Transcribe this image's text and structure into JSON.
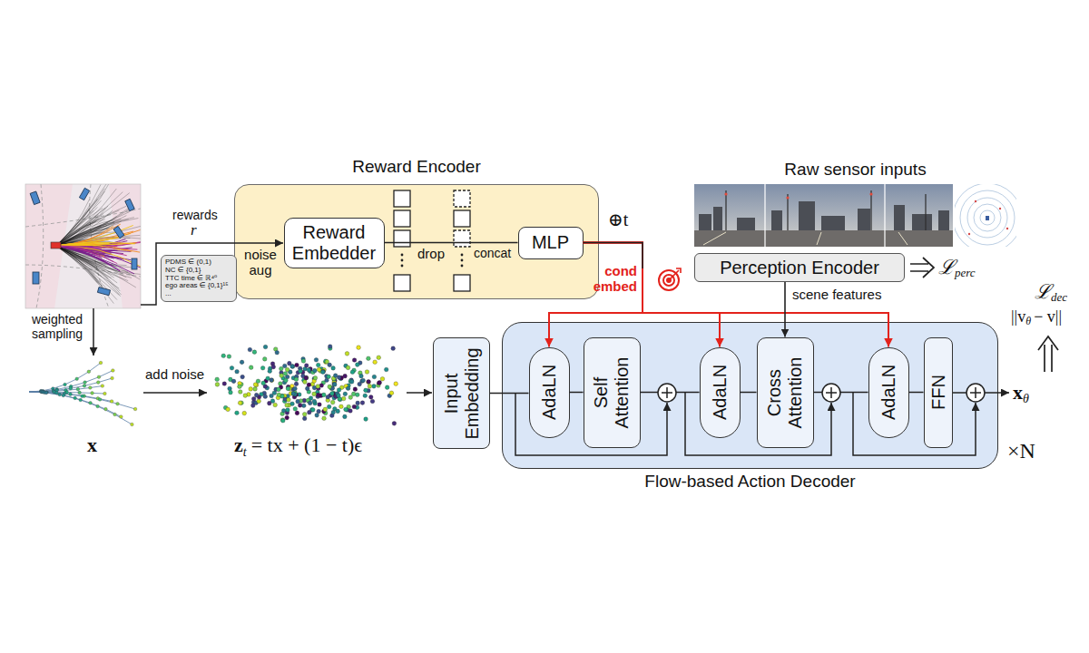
{
  "diagram": {
    "nodes": [
      {
        "text": [
          "Reward Encoder"
        ]
      },
      {
        "text": [
          "Reward Embedder"
        ],
        "in": 0
      },
      {
        "text": [
          "MLP"
        ],
        "in": 0
      },
      {
        "text": [
          "PDMS ∈ (0,1)",
          "NC ∈ {0,1}",
          "TTC time ∈ ℝ⁴⁰",
          "ego areas ∈ {0,1}¹⁵",
          "..."
        ]
      },
      {
        "text": [
          "Perception Encoder"
        ]
      },
      {
        "text": [
          "Flow-based Action Decoder"
        ]
      },
      {
        "text": [
          "Input Embedding"
        ]
      },
      {
        "text": [
          "AdaLN"
        ],
        "in": 5
      },
      {
        "text": [
          "Self Attention"
        ],
        "in": 5
      },
      {
        "text": [
          "AdaLN"
        ],
        "in": 5
      },
      {
        "text": [
          "Cross Attention"
        ],
        "in": 5
      },
      {
        "text": [
          "AdaLN"
        ],
        "in": 5
      },
      {
        "text": [
          "FFN"
        ],
        "in": 5
      }
    ],
    "edges": [
      {
        "from": 2,
        "to": 7,
        "arrow": "to"
      },
      {
        "from": 2,
        "to": 9,
        "arrow": "to"
      },
      {
        "from": 2,
        "to": 11,
        "arrow": "to"
      },
      {
        "from": 4,
        "to": 10,
        "arrow": "to"
      },
      {
        "from": 1,
        "to": 2,
        "arrow": "none"
      },
      {
        "from": 6,
        "to": 7,
        "arrow": "none"
      },
      {
        "from": 7,
        "to": 8,
        "arrow": "none"
      },
      {
        "from": 8,
        "to": 9,
        "arrow": "none"
      },
      {
        "from": 9,
        "to": 10,
        "arrow": "none"
      },
      {
        "from": 10,
        "to": 11,
        "arrow": "none"
      },
      {
        "from": 11,
        "to": 12,
        "arrow": "none"
      }
    ],
    "labels": [
      "rewards",
      "r",
      "noise aug",
      "drop",
      "concat",
      "⊕t",
      "cond embed",
      "Raw sensor inputs",
      "ℒ",
      "perc",
      "scene features",
      "ℒ",
      "dec",
      "||v",
      "θ",
      "− v||",
      "weighted sampling",
      "add noise",
      "x",
      "z",
      "t",
      "= tx + (1 − t)ϵ",
      "x",
      "θ",
      "×N"
    ]
  }
}
